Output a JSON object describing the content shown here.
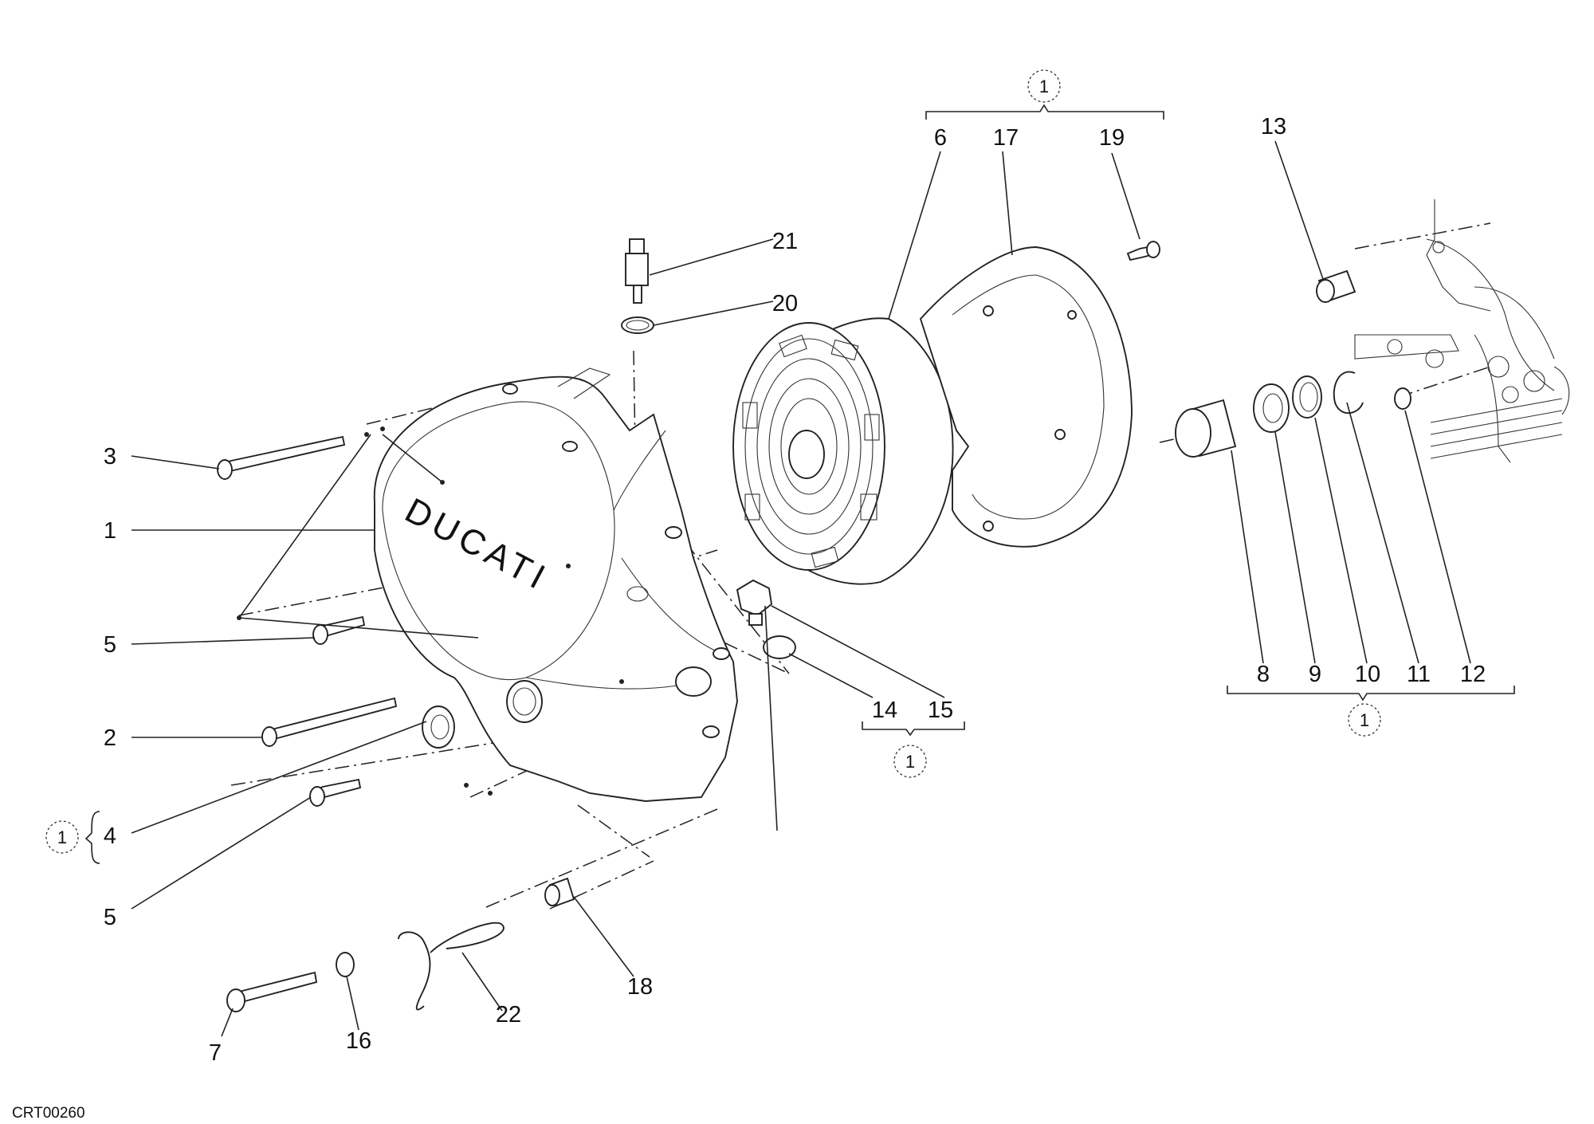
{
  "drawing_code": "CRT00260",
  "callouts": {
    "c1": "1",
    "c2": "2",
    "c3": "3",
    "c4": "4",
    "c5a": "5",
    "c5b": "5",
    "c6": "6",
    "c7": "7",
    "c8": "8",
    "c9": "9",
    "c10": "10",
    "c11": "11",
    "c12": "12",
    "c13": "13",
    "c14": "14",
    "c15": "15",
    "c16": "16",
    "c17": "17",
    "c18": "18",
    "c19": "19",
    "c20": "20",
    "c21": "21",
    "c22": "22"
  },
  "kit_marker": "1",
  "cover_logo": "DUCATI"
}
